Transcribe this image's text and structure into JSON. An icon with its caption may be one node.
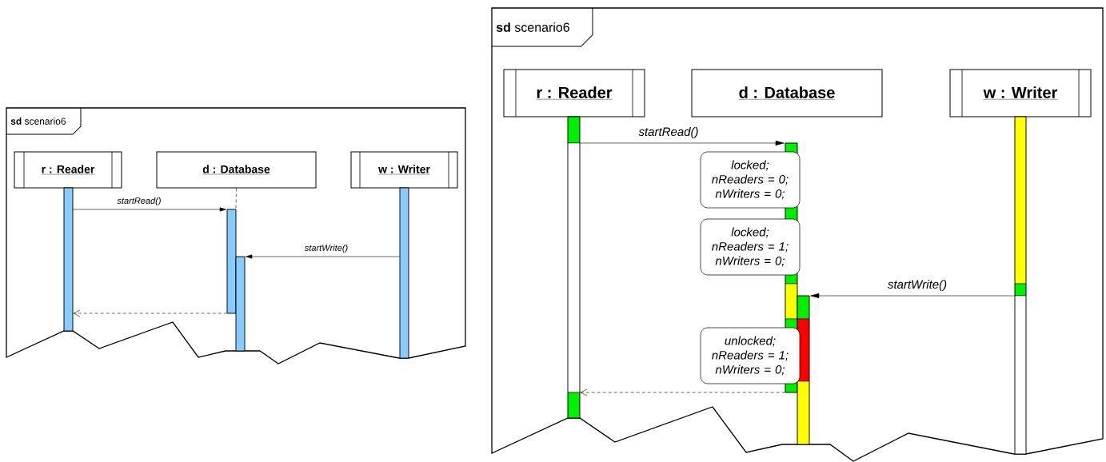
{
  "diagram": {
    "nodes": [
      {
        "text": [
          "**sd** scenario6"
        ]
      },
      {
        "text": [
          "r : Reader"
        ],
        "in": 0
      },
      {
        "text": [
          "d : Database"
        ],
        "in": 0
      },
      {
        "text": [
          "w : Writer"
        ],
        "in": 0
      },
      {
        "text": [],
        "shape": "bar",
        "in": 0
      },
      {
        "text": [],
        "shape": "bar",
        "in": 0
      },
      {
        "text": [],
        "shape": "bar",
        "in": 0
      },
      {
        "text": [],
        "shape": "bar",
        "in": 0
      },
      {
        "text": [
          "**sd** scenario6"
        ]
      },
      {
        "text": [
          "r : Reader"
        ],
        "in": 8
      },
      {
        "text": [
          "d : Database"
        ],
        "in": 8
      },
      {
        "text": [
          "w : Writer"
        ],
        "in": 8
      },
      {
        "text": [],
        "shape": "bar",
        "in": 8
      },
      {
        "text": [],
        "shape": "bar",
        "in": 8
      },
      {
        "text": [],
        "shape": "bar",
        "in": 8
      },
      {
        "text": [],
        "shape": "bar",
        "in": 8
      },
      {
        "text": [
          "locked; nReaders = 0; nWriters = 0;"
        ],
        "in": 8
      },
      {
        "text": [
          "locked; nReaders = 1; nWriters = 0;"
        ],
        "in": 8
      },
      {
        "text": [
          "unlocked; nReaders = 1; nWriters = 0;"
        ],
        "in": 8
      }
    ],
    "edges": [
      {
        "from": 2,
        "to": 5,
        "arrow": "none",
        "style": "dashed"
      },
      {
        "from": 4,
        "to": 5,
        "arrow": "to",
        "label": "startRead()"
      },
      {
        "from": 7,
        "to": 6,
        "arrow": "to",
        "label": "startWrite()"
      },
      {
        "from": 5,
        "to": 4,
        "arrow": "to",
        "style": "dashed"
      },
      {
        "from": 12,
        "to": 13,
        "arrow": "to",
        "label": "startRead()"
      },
      {
        "from": 15,
        "to": 14,
        "arrow": "to",
        "label": "startWrite()"
      },
      {
        "from": 13,
        "to": 12,
        "arrow": "to",
        "style": "dashed"
      }
    ]
  }
}
